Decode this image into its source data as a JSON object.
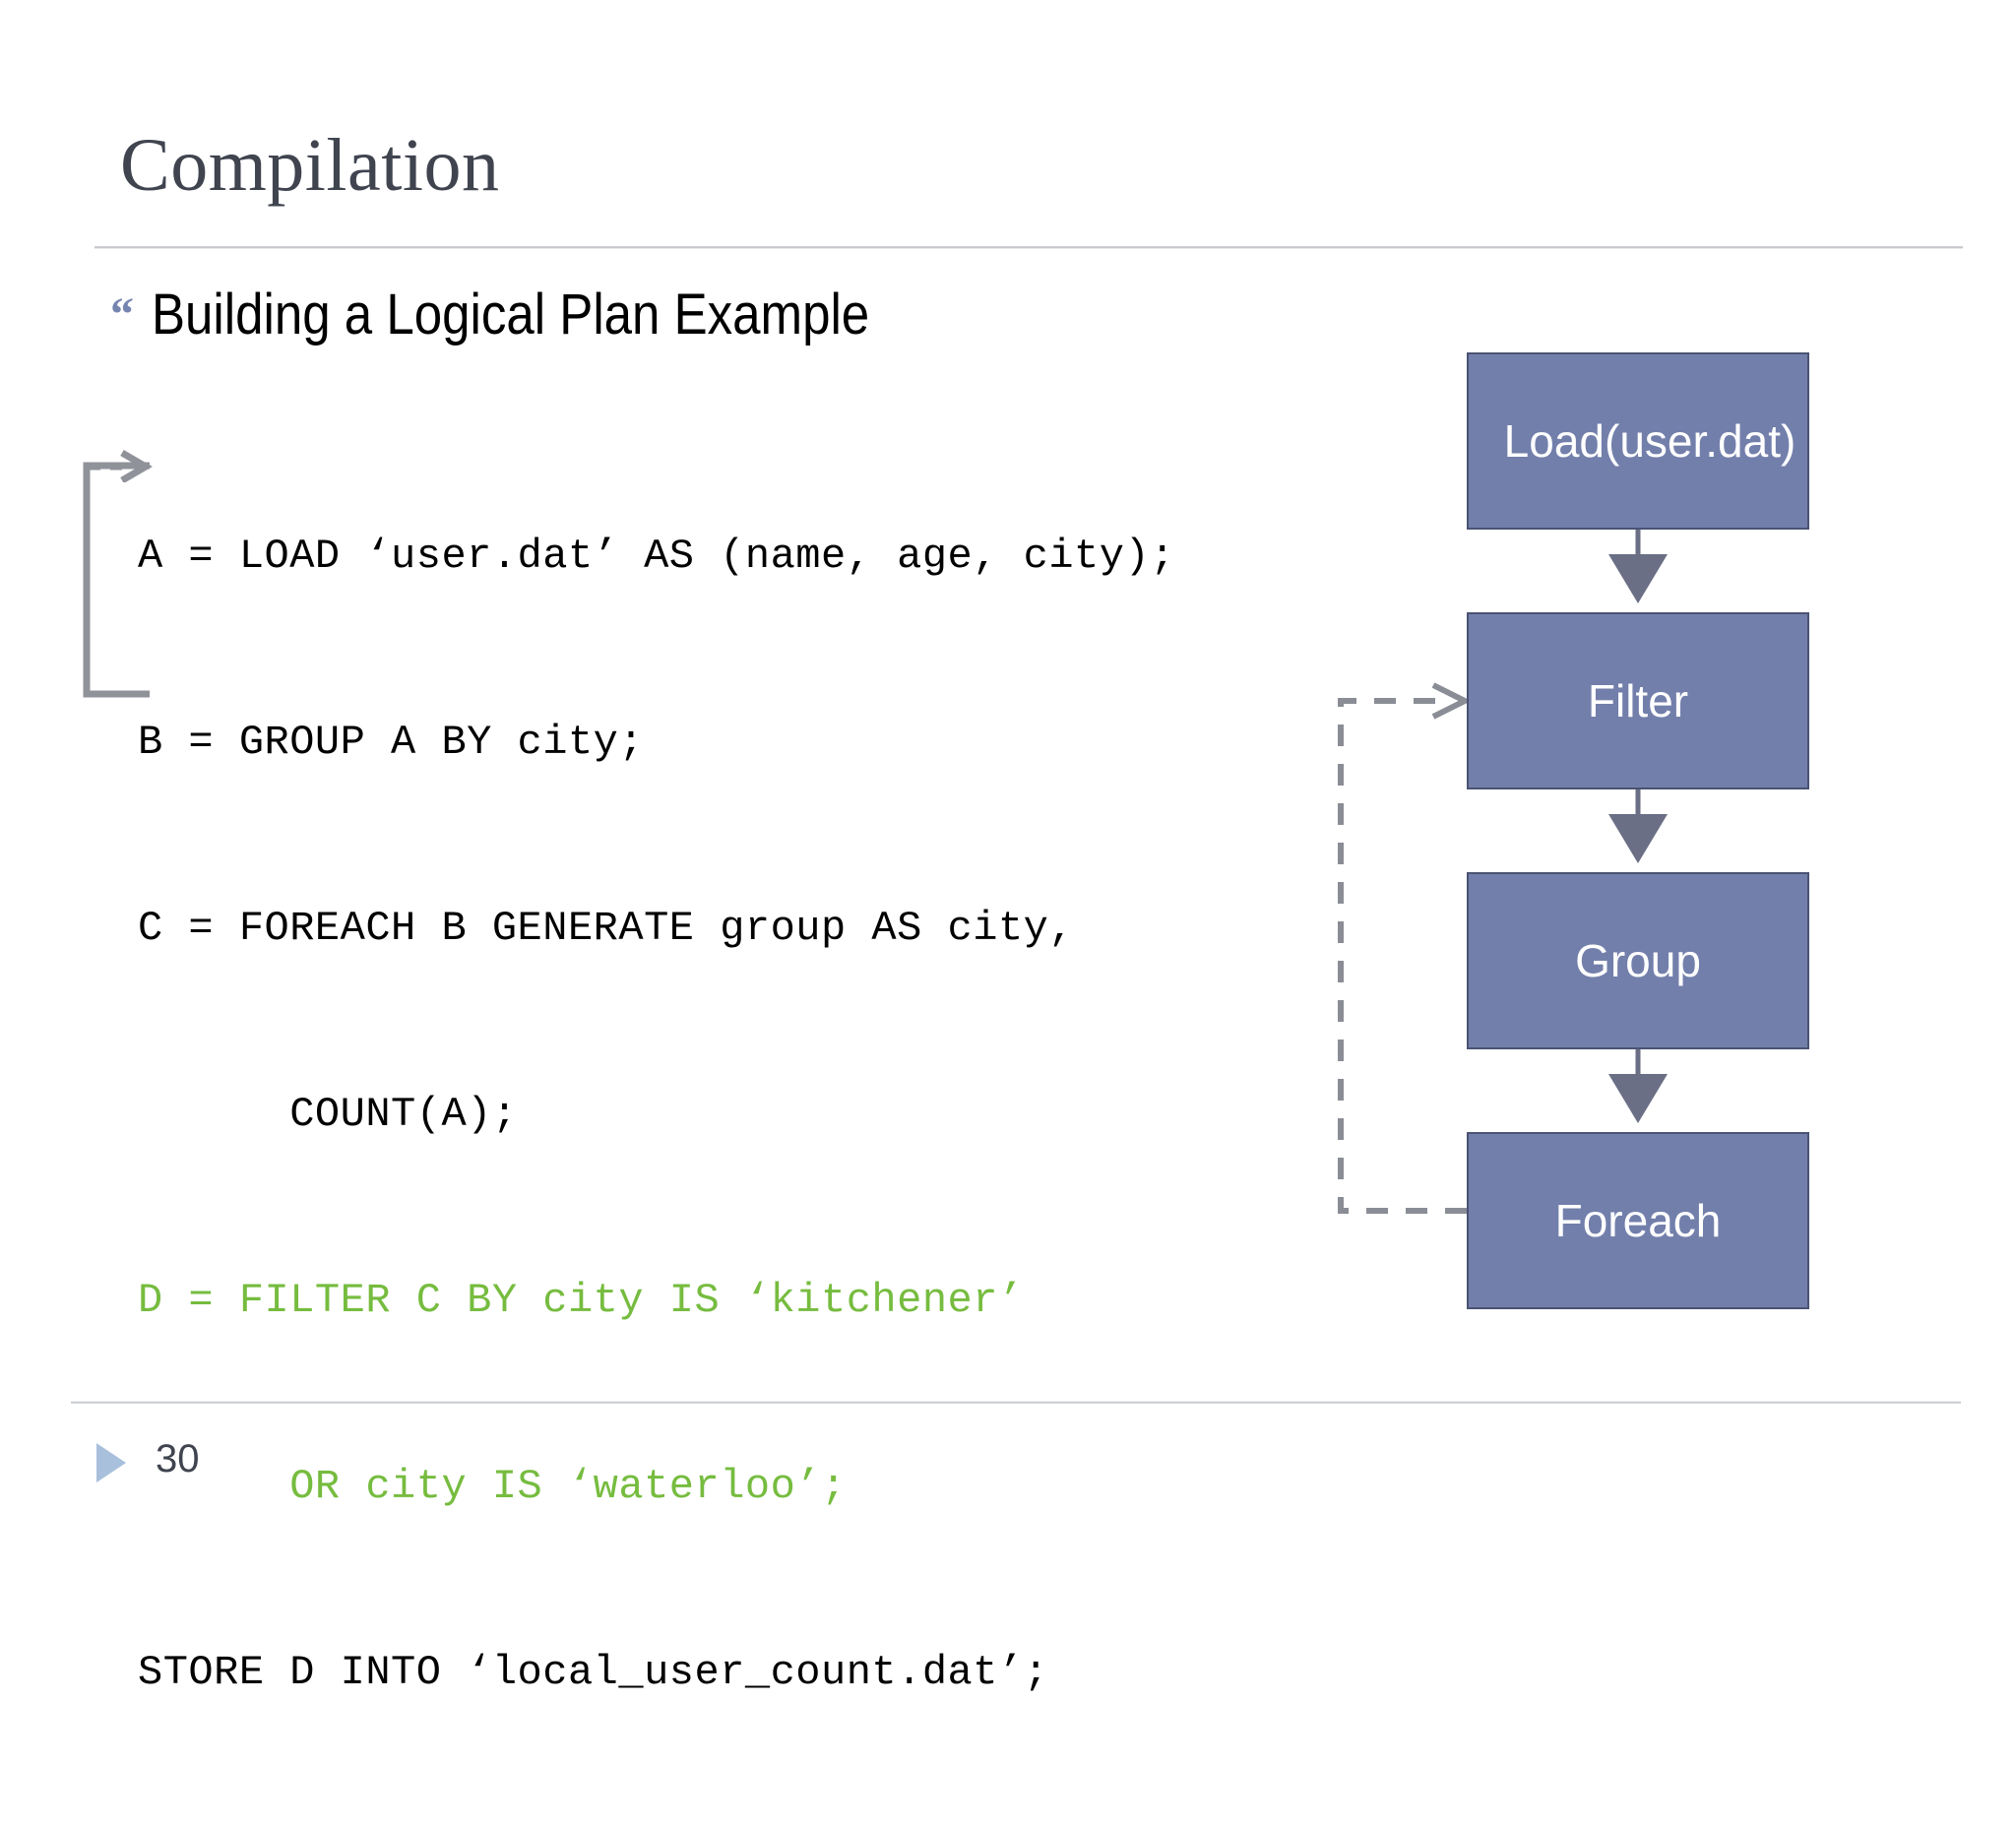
{
  "slide": {
    "title": "Compilation",
    "page_number": "30",
    "bullet_mark": "“",
    "heading": "Building a Logical Plan Example"
  },
  "code": {
    "lines": [
      {
        "text": "A = LOAD ‘user.dat’ AS (name, age, city);",
        "color": "black"
      },
      {
        "text": "B = GROUP A BY city;",
        "color": "black"
      },
      {
        "text": "C = FOREACH B GENERATE group AS city,",
        "color": "black"
      },
      {
        "text": "      COUNT(A);",
        "color": "black"
      },
      {
        "text": "D = FILTER C BY city IS ‘kitchener’",
        "color": "green"
      },
      {
        "text": "      OR city IS ‘waterloo’;",
        "color": "green"
      },
      {
        "text": "STORE D INTO ‘local_user_count.dat’;",
        "color": "black"
      }
    ],
    "highlight_color": "#76bc3f",
    "default_color": "#000000"
  },
  "diagram": {
    "type": "flowchart",
    "node_fill": "#737fab",
    "node_border": "#4b5373",
    "node_text_color": "#ffffff",
    "arrow_color": "#6a6f86",
    "dashed_arrow_color": "#8a8d95",
    "nodes": [
      {
        "id": "load",
        "label": "Load(user.dat)"
      },
      {
        "id": "filter",
        "label": "Filter"
      },
      {
        "id": "group",
        "label": "Group"
      },
      {
        "id": "foreach",
        "label": "Foreach"
      }
    ],
    "edges": [
      {
        "from": "load",
        "to": "filter",
        "style": "solid"
      },
      {
        "from": "filter",
        "to": "group",
        "style": "solid"
      },
      {
        "from": "group",
        "to": "foreach",
        "style": "solid"
      },
      {
        "from": "foreach",
        "to": "filter",
        "style": "dashed"
      }
    ]
  },
  "connector": {
    "label": "code-to-diagram-bracket",
    "color": "#8f9299"
  }
}
